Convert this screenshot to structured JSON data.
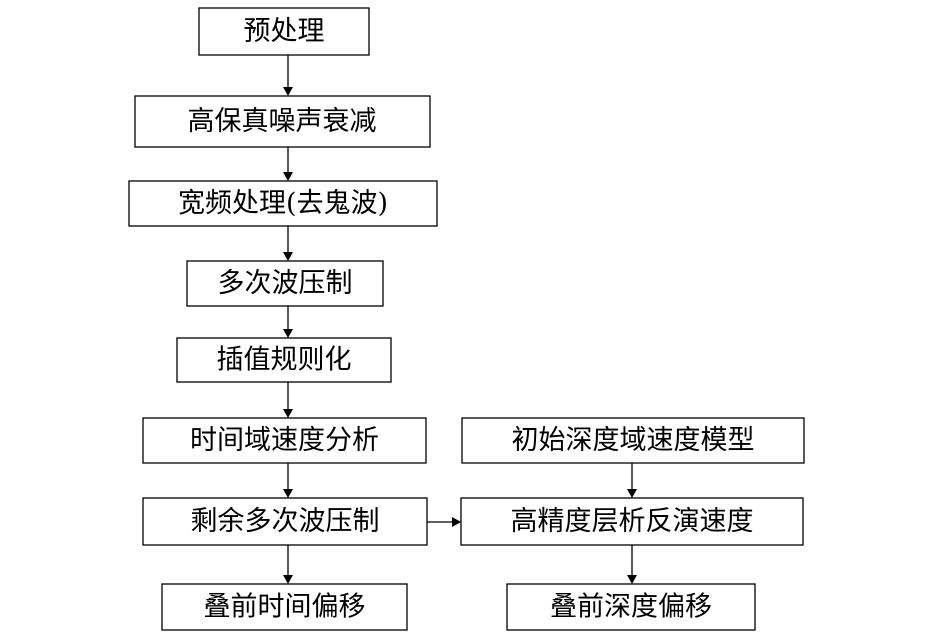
{
  "flowchart": {
    "nodes": [
      {
        "id": "preprocess",
        "label": "预处理"
      },
      {
        "id": "noise",
        "label": "高保真噪声衰减"
      },
      {
        "id": "broadband",
        "label": "宽频处理(去鬼波)"
      },
      {
        "id": "multiple",
        "label": "多次波压制"
      },
      {
        "id": "interp",
        "label": "插值规则化"
      },
      {
        "id": "time_vel",
        "label": "时间域速度分析"
      },
      {
        "id": "residual",
        "label": "剩余多次波压制"
      },
      {
        "id": "pstm",
        "label": "叠前时间偏移"
      },
      {
        "id": "init_depth",
        "label": "初始深度域速度模型"
      },
      {
        "id": "tomo",
        "label": "高精度层析反演速度"
      },
      {
        "id": "psdm",
        "label": "叠前深度偏移"
      }
    ],
    "edges": [
      [
        "preprocess",
        "noise"
      ],
      [
        "noise",
        "broadband"
      ],
      [
        "broadband",
        "multiple"
      ],
      [
        "multiple",
        "interp"
      ],
      [
        "interp",
        "time_vel"
      ],
      [
        "time_vel",
        "residual"
      ],
      [
        "residual",
        "pstm"
      ],
      [
        "residual",
        "tomo"
      ],
      [
        "init_depth",
        "tomo"
      ],
      [
        "tomo",
        "psdm"
      ]
    ]
  }
}
